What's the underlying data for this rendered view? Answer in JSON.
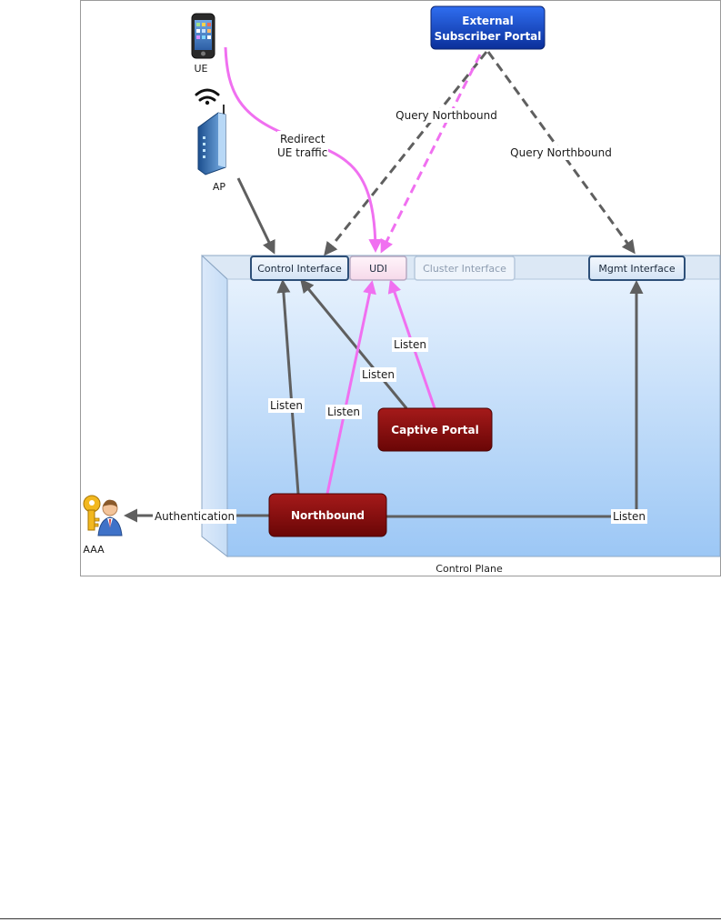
{
  "nodes": {
    "ue": "UE",
    "ap": "AP",
    "aaa": "AAA",
    "external_portal": [
      "External",
      "Subscriber Portal"
    ],
    "control_interface": "Control Interface",
    "udi": "UDI",
    "cluster_interface": "Cluster Interface",
    "mgmt_interface": "Mgmt Interface",
    "captive_portal": "Captive Portal",
    "northbound": "Northbound",
    "control_plane": "Control Plane"
  },
  "edge_labels": {
    "redirect": [
      "Redirect",
      "UE traffic"
    ],
    "query_northbound_left": "Query Northbound",
    "query_northbound_right": "Query Northbound",
    "listen_cp_udi": "Listen",
    "listen_cp_control": "Listen",
    "listen_nb_control": "Listen",
    "listen_nb_udi": "Listen",
    "listen_nb_mgmt": "Listen",
    "authentication": "Authentication"
  },
  "colors": {
    "gray_arrow": "#5f5f5f",
    "magenta_arrow": "#f070f0",
    "dark_red_box": "#8e0c0c",
    "portal_blue": "#1447c8",
    "plane_blue": "#a8cdf6"
  }
}
